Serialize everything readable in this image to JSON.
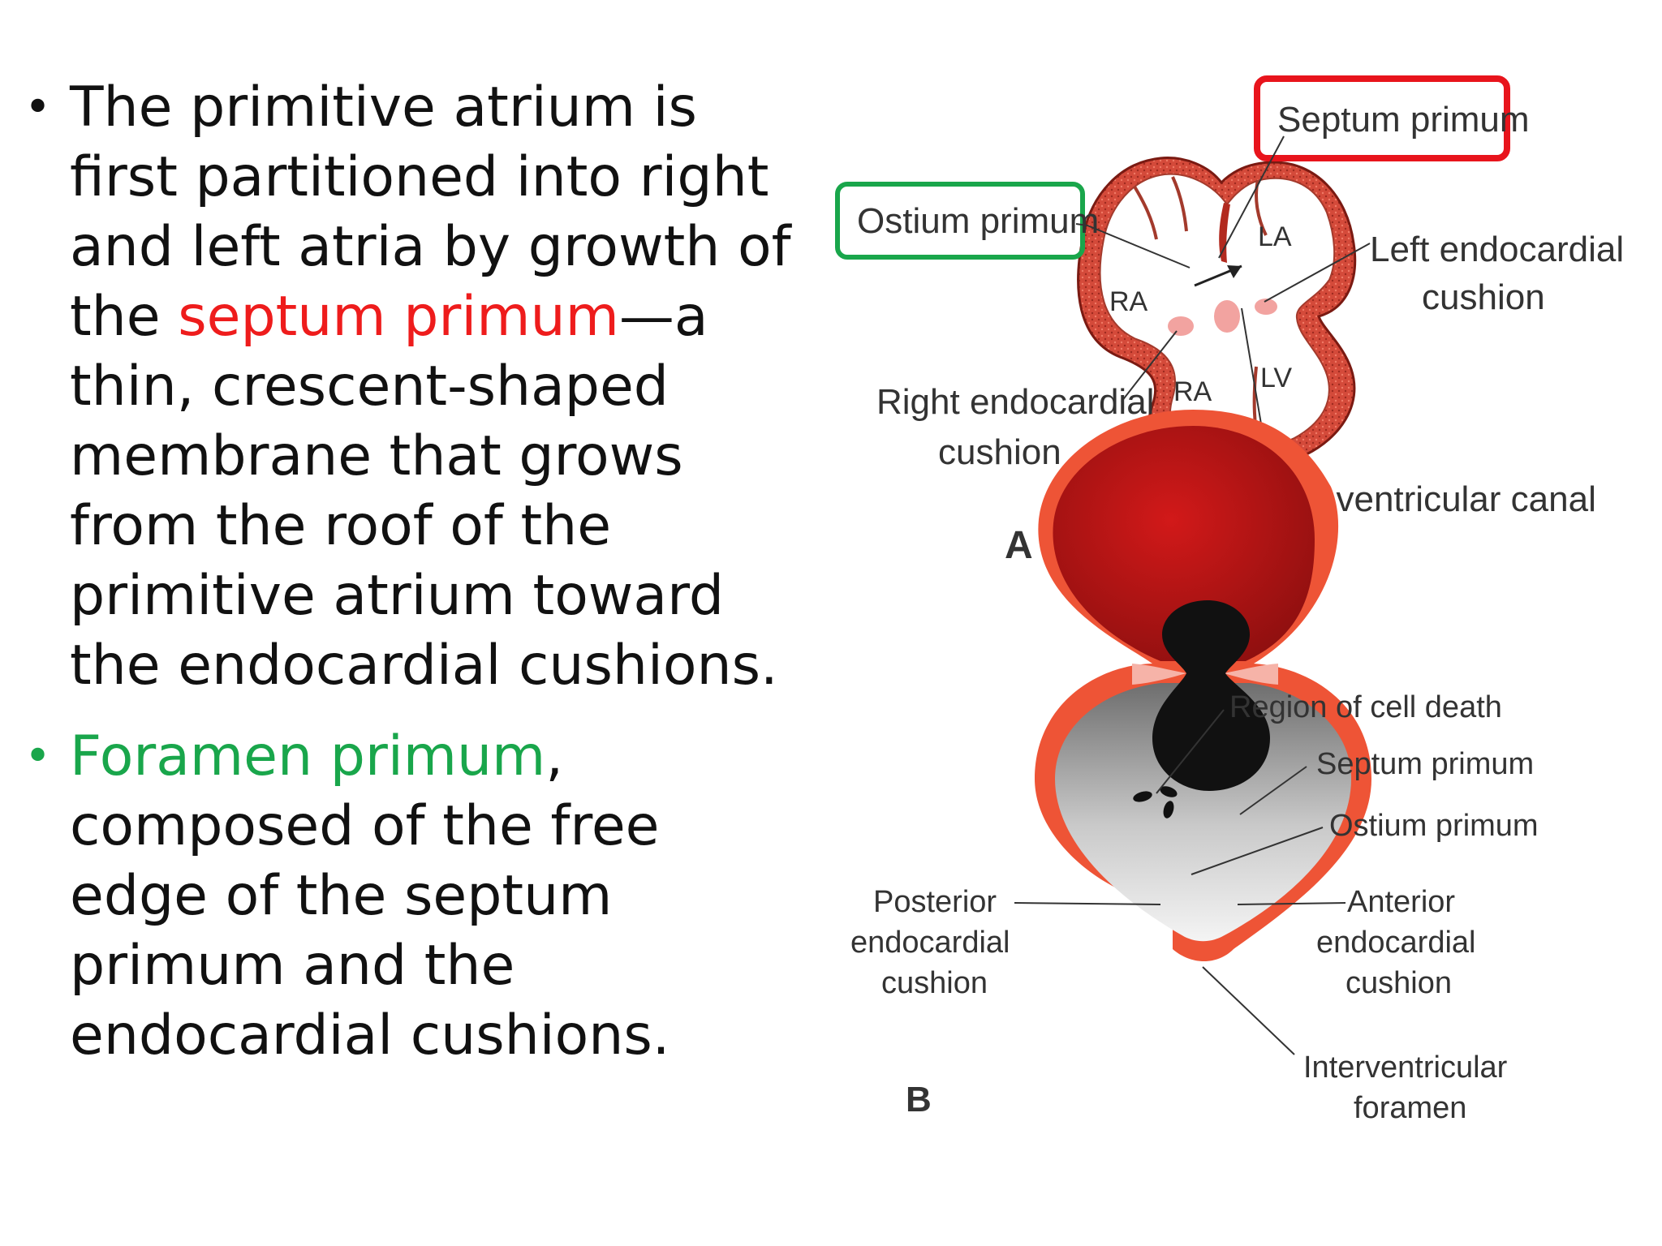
{
  "slide": {
    "bullets": [
      {
        "plain_start": "",
        "highlight_red": "",
        "text_before": "The primitive atrium is first partitioned into right and left atria by growth of the ",
        "term": "septum primum",
        "text_after": "—a thin, crescent-shaped membrane that grows from the roof of the primitive atrium toward the endocardial cushions.",
        "term_color": "#ee1c1c"
      },
      {
        "text_before": "",
        "term": "Foramen primum",
        "text_after": ", composed of the free edge of the septum primum and the endocardial cushions.",
        "term_color": "#19a64b"
      }
    ]
  },
  "figure_a": {
    "panel_label": "A",
    "labels": {
      "septum_primum": "Septum primum",
      "ostium_primum": "Ostium primum",
      "la": "LA",
      "ra_top": "RA",
      "ra_bottom": "RA",
      "lv": "LV",
      "left_cushion_1": "Left endocardial",
      "left_cushion_2": "cushion",
      "right_cushion_1": "Right endocardial",
      "right_cushion_2": "cushion",
      "av_canal": "Atrioventricular canal"
    },
    "highlight_colors": {
      "septum_box": "#e8141c",
      "ostium_box": "#19a64b"
    }
  },
  "figure_b": {
    "panel_label": "B",
    "labels": {
      "cell_death": "Region of cell death",
      "septum_primum": "Septum primum",
      "ostium_primum": "Ostium primum",
      "posterior_1": "Posterior",
      "posterior_2": "endocardial",
      "posterior_3": "cushion",
      "anterior_1": "Anterior",
      "anterior_2": "endocardial",
      "anterior_3": "cushion",
      "iv_foramen_1": "Interventricular",
      "iv_foramen_2": "foramen"
    }
  }
}
